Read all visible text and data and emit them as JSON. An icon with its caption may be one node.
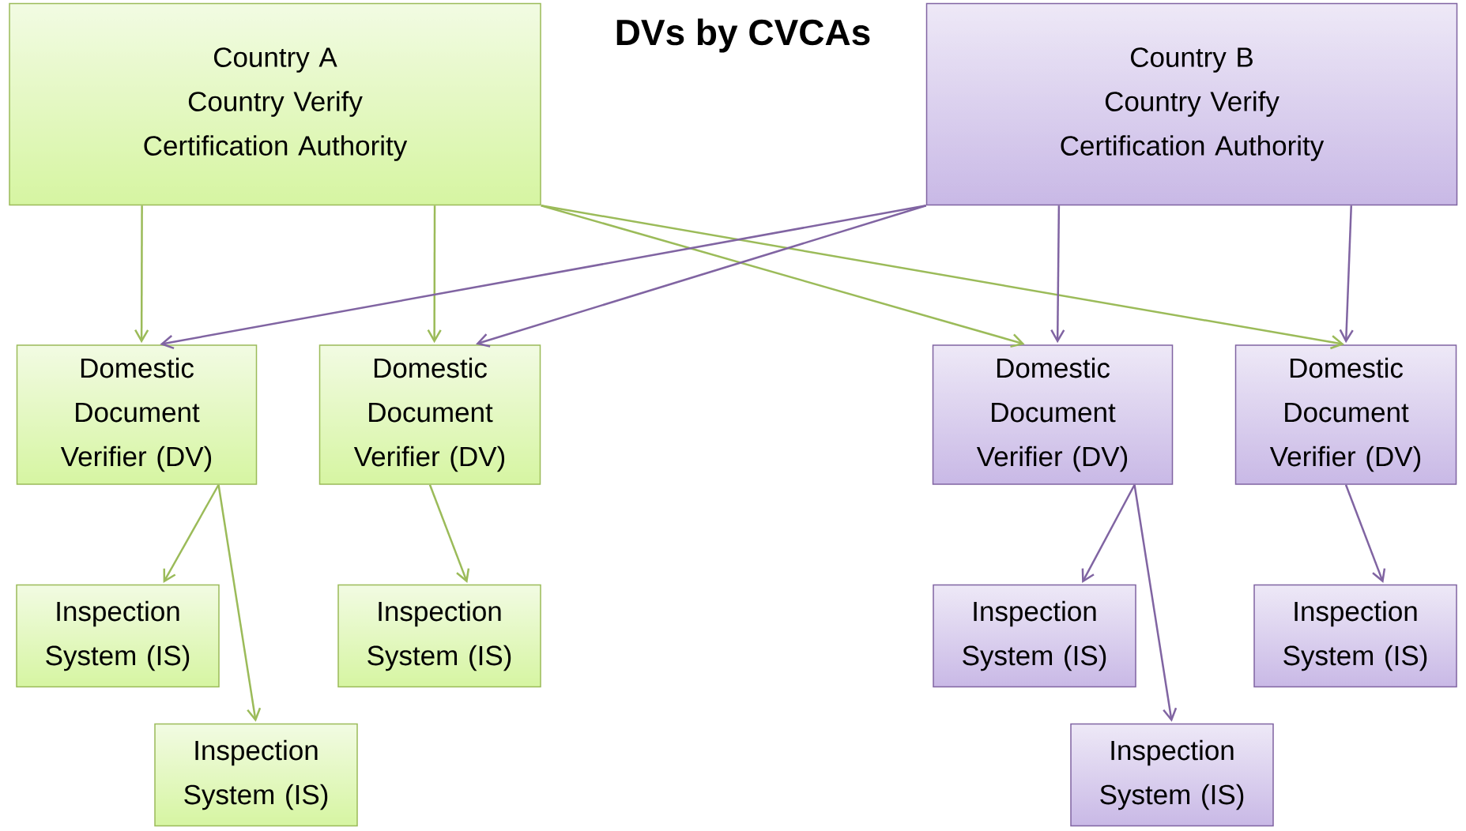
{
  "diagram": {
    "title": "DVs by CVCAs",
    "nodes": [
      {
        "text": [
          "Country A",
          "Country Verify Certification Authority"
        ]
      },
      {
        "text": [
          "Country B",
          "Country Verify Certification Authority"
        ]
      },
      {
        "text": [
          "Domestic Document Verifier (DV)"
        ]
      },
      {
        "text": [
          "Domestic Document Verifier (DV)"
        ]
      },
      {
        "text": [
          "Domestic Document Verifier (DV)"
        ]
      },
      {
        "text": [
          "Domestic Document Verifier (DV)"
        ]
      },
      {
        "text": [
          "Inspection System (IS)"
        ]
      },
      {
        "text": [
          "Inspection System (IS)"
        ]
      },
      {
        "text": [
          "Inspection System (IS)"
        ]
      },
      {
        "text": [
          "Inspection System (IS)"
        ]
      },
      {
        "text": [
          "Inspection System (IS)"
        ]
      },
      {
        "text": [
          "Inspection System (IS)"
        ]
      }
    ],
    "edges": [
      {
        "from": 0,
        "to": 2,
        "arrow": "to",
        "color": "#9bbb59"
      },
      {
        "from": 0,
        "to": 3,
        "arrow": "to",
        "color": "#9bbb59"
      },
      {
        "from": 0,
        "to": 4,
        "arrow": "to",
        "color": "#9bbb59"
      },
      {
        "from": 0,
        "to": 5,
        "arrow": "to",
        "color": "#9bbb59"
      },
      {
        "from": 1,
        "to": 2,
        "arrow": "to",
        "color": "#8064a2"
      },
      {
        "from": 1,
        "to": 3,
        "arrow": "to",
        "color": "#8064a2"
      },
      {
        "from": 1,
        "to": 4,
        "arrow": "to",
        "color": "#8064a2"
      },
      {
        "from": 1,
        "to": 5,
        "arrow": "to",
        "color": "#8064a2"
      },
      {
        "from": 2,
        "to": 6,
        "arrow": "to",
        "color": "#9bbb59"
      },
      {
        "from": 2,
        "to": 10,
        "arrow": "to",
        "color": "#9bbb59"
      },
      {
        "from": 3,
        "to": 7,
        "arrow": "to",
        "color": "#9bbb59"
      },
      {
        "from": 4,
        "to": 8,
        "arrow": "to",
        "color": "#8064a2"
      },
      {
        "from": 4,
        "to": 11,
        "arrow": "to",
        "color": "#8064a2"
      },
      {
        "from": 5,
        "to": 9,
        "arrow": "to",
        "color": "#8064a2"
      }
    ]
  }
}
